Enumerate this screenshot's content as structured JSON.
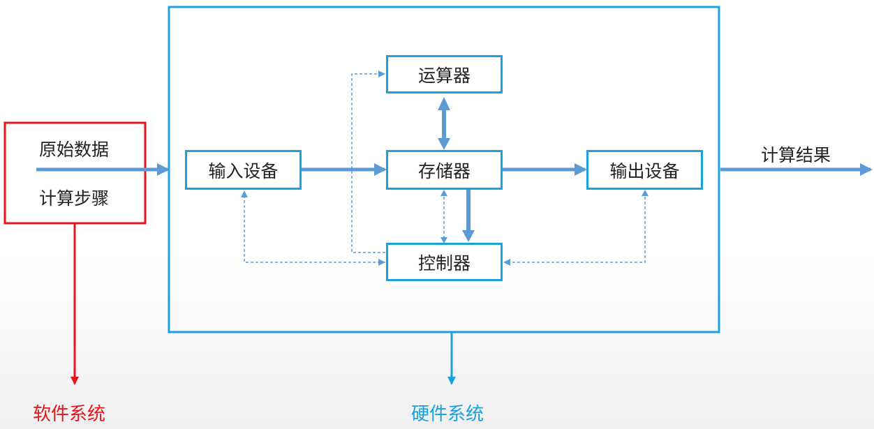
{
  "software": {
    "items": [
      "原始数据",
      "计算步骤"
    ],
    "label": "软件系统"
  },
  "hardware": {
    "label": "硬件系统",
    "components": {
      "alu": "运算器",
      "input": "输入设备",
      "memory": "存储器",
      "output": "输出设备",
      "control": "控制器"
    }
  },
  "output_label": "计算结果",
  "colors": {
    "hardware_border": "#1aa0dc",
    "software_border": "#e8141b",
    "data_arrow": "#5b9bd5",
    "software_label": "#e8141b",
    "hardware_label": "#1aa0dc"
  }
}
